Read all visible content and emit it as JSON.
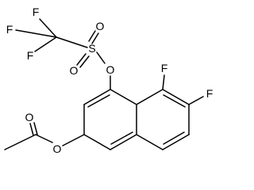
{
  "molecule": {
    "atoms": {
      "f_cf3_1": "F",
      "f_cf3_2": "F",
      "f_cf3_3": "F",
      "s": "S",
      "o_sulfonyl_1": "O",
      "o_sulfonyl_2": "O",
      "o_ester_triflate": "O",
      "f_ring_5": "F",
      "f_ring_6": "F",
      "o_acetyl_carbonyl": "O",
      "o_ester_acetate": "O"
    }
  }
}
